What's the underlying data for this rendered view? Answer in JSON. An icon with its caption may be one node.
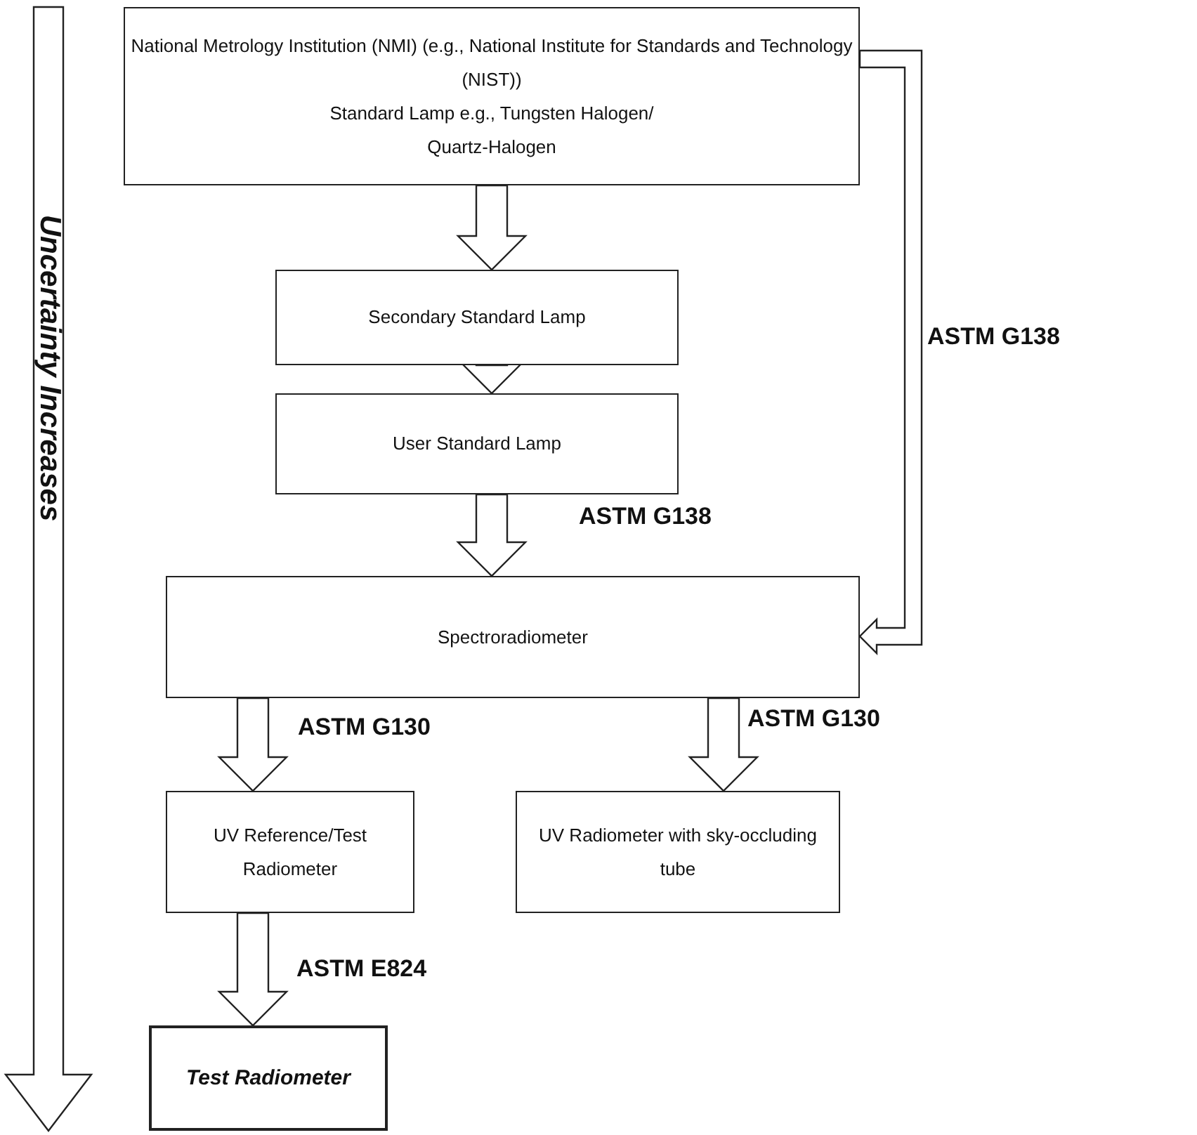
{
  "diagram": {
    "nodes": [
      {
        "text": [
          "National Metrology Institution (NMI) (e.g., National Institute for Standards and Technology (NIST))",
          "Standard Lamp e.g., Tungsten Halogen/ Quartz-Halogen"
        ]
      },
      {
        "text": [
          "Secondary Standard Lamp"
        ]
      },
      {
        "text": [
          "User Standard Lamp"
        ]
      },
      {
        "text": [
          "Spectroradiometer"
        ]
      },
      {
        "text": [
          "UV Reference/Test Radiometer"
        ]
      },
      {
        "text": [
          "UV Radiometer with sky-occluding tube"
        ]
      },
      {
        "text": [
          "Test Radiometer"
        ]
      }
    ],
    "edges": [
      {
        "from": 0,
        "to": 1,
        "arrow": "to"
      },
      {
        "from": 1,
        "to": 2,
        "arrow": "to"
      },
      {
        "from": 2,
        "to": 3,
        "arrow": "to",
        "label": "ASTM G138"
      },
      {
        "from": 0,
        "to": 3,
        "arrow": "to",
        "label": "ASTM G138"
      },
      {
        "from": 3,
        "to": 4,
        "arrow": "to",
        "label": "ASTM G130"
      },
      {
        "from": 3,
        "to": 5,
        "arrow": "to",
        "label": "ASTM G130"
      },
      {
        "from": 4,
        "to": 6,
        "arrow": "to",
        "label": "ASTM E824"
      }
    ],
    "labels": [
      "Uncertainty Increases"
    ]
  }
}
